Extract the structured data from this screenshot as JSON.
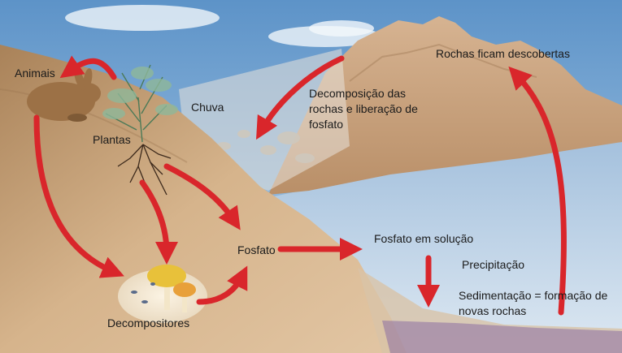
{
  "labels": {
    "animais": "Animais",
    "plantas": "Plantas",
    "chuva": "Chuva",
    "decomposicao": "Decomposição das rochas e liberação de fosfato",
    "rochas": "Rochas ficam descobertas",
    "fosfato": "Fosfato",
    "fosfato_solucao": "Fosfato em solução",
    "precipitacao": "Precipitação",
    "sedimentacao": "Sedimentação = formação de novas rochas",
    "decompositores": "Decompositores"
  },
  "colors": {
    "arrow": "#d9262b",
    "sky": "#7fb0d8",
    "water": "#b9cfe2",
    "soil": "#c79e72",
    "mountain": "#c9a37c",
    "sediment": "#7a5a8e"
  }
}
